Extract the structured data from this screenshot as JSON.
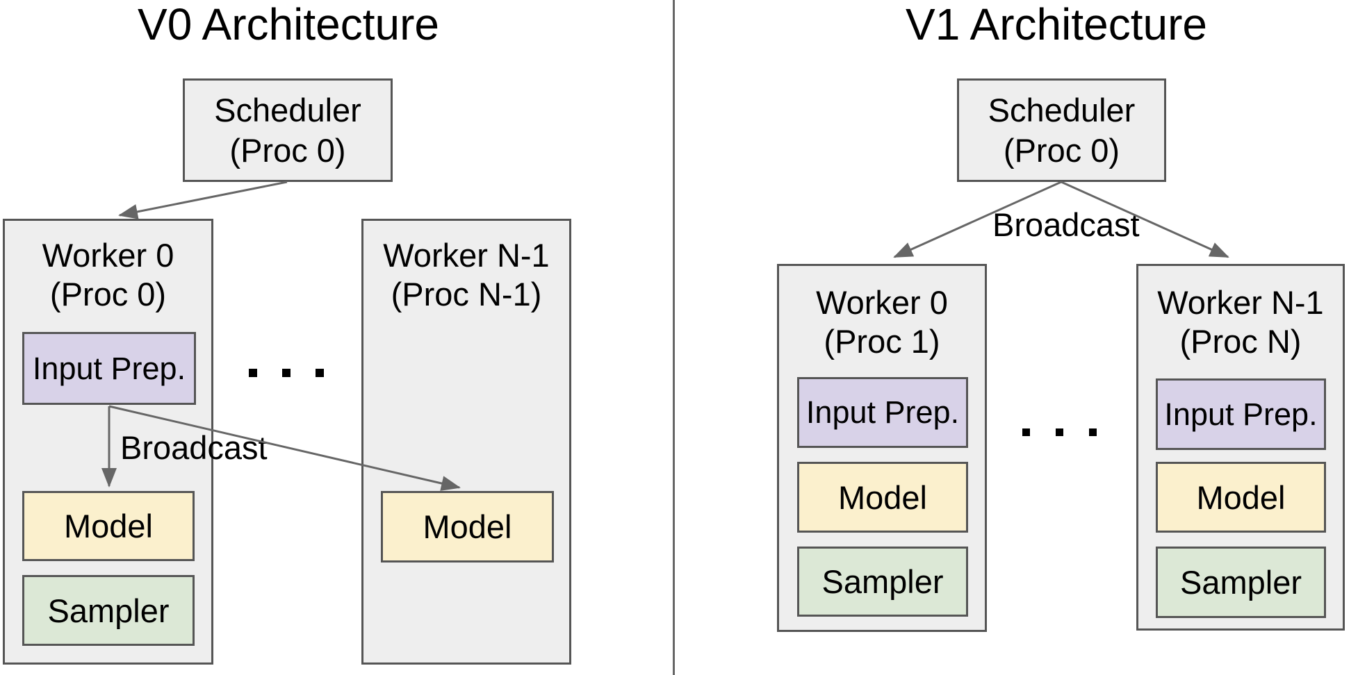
{
  "v0": {
    "title": "V0 Architecture",
    "scheduler": {
      "name": "Scheduler",
      "proc": "(Proc 0)"
    },
    "worker0": {
      "name": "Worker 0",
      "proc": "(Proc 0)",
      "input_prep": "Input Prep.",
      "model": "Model",
      "sampler": "Sampler"
    },
    "workerN": {
      "name": "Worker N-1",
      "proc": "(Proc N-1)",
      "model": "Model"
    },
    "broadcast": "Broadcast",
    "ellipsis": ". . ."
  },
  "v1": {
    "title": "V1 Architecture",
    "scheduler": {
      "name": "Scheduler",
      "proc": "(Proc 0)"
    },
    "broadcast": "Broadcast",
    "worker0": {
      "name": "Worker 0",
      "proc": "(Proc 1)",
      "input_prep": "Input Prep.",
      "model": "Model",
      "sampler": "Sampler"
    },
    "workerN": {
      "name": "Worker N-1",
      "proc": "(Proc N)",
      "input_prep": "Input Prep.",
      "model": "Model",
      "sampler": "Sampler"
    },
    "ellipsis": ". . ."
  },
  "colors": {
    "box_gray": "#eeeeee",
    "input_prep_purple": "#d8d2e8",
    "model_yellow": "#fbf0cd",
    "sampler_green": "#dce8d6",
    "border_gray": "#555555",
    "arrow_gray": "#666666"
  }
}
